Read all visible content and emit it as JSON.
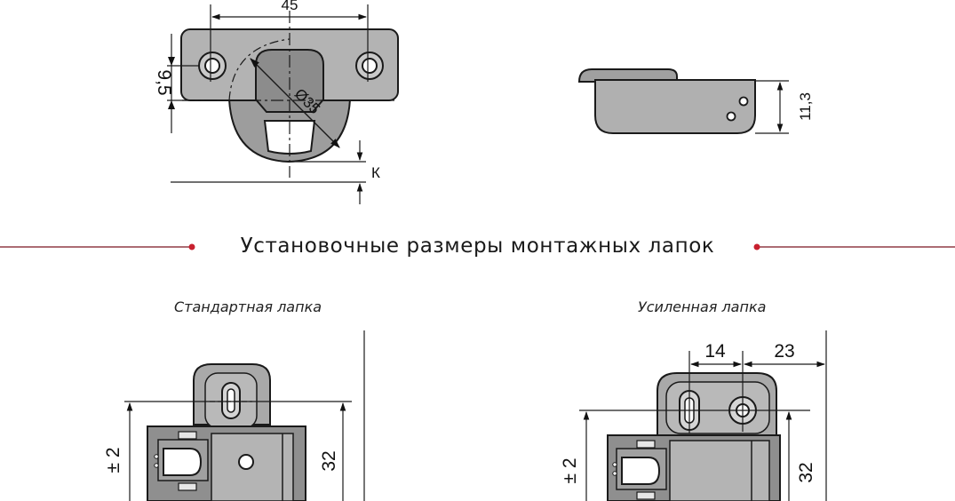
{
  "heading": "Установочные размеры монтажных лапок",
  "colors": {
    "accent_dot": "#c8202f",
    "divider": "#7a1520",
    "metal": "#a9a9a9",
    "metal_dark": "#8f8f8f",
    "line": "#1a1a1a"
  },
  "top_left_plate": {
    "dim_width": "45",
    "dim_height": "9,5",
    "dim_diameter": "Ø35",
    "dim_k": "К"
  },
  "top_right_cup": {
    "dim_depth": "11,3"
  },
  "standard_plate": {
    "caption": "Стандартная лапка",
    "dim_tolerance": "± 2",
    "dim_height": "32"
  },
  "reinforced_plate": {
    "caption": "Усиленная лапка",
    "dim_hole_spacing": "14",
    "dim_offset": "23",
    "dim_tolerance": "± 2",
    "dim_height": "32"
  }
}
